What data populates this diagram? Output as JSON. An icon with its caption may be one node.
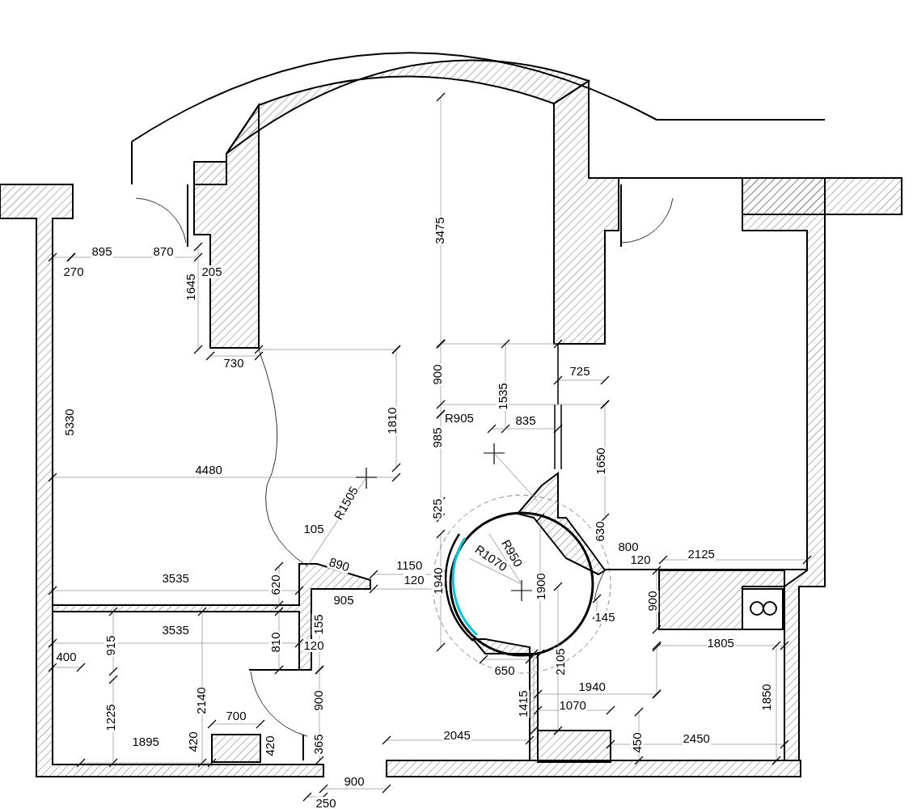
{
  "diagram": {
    "labels": [
      "3475",
      "895",
      "870",
      "270",
      "205",
      "1645",
      "730",
      "900",
      "725",
      "1535",
      "R905",
      "835",
      "5330",
      "1810",
      "985",
      "1650",
      "4480",
      "R1505",
      "525",
      "105",
      "630",
      "800",
      "2125",
      "890",
      "1150",
      "R950",
      "R1070",
      "120",
      "3535",
      "120",
      "620",
      "1940",
      "905",
      "1900",
      "900",
      "145",
      "3535",
      "155",
      "915",
      "810",
      "120",
      "1805",
      "400",
      "650",
      "2105",
      "1940",
      "2140",
      "900",
      "1415",
      "1070",
      "1850",
      "700",
      "1225",
      "2045",
      "2450",
      "450",
      "1895",
      "420",
      "420",
      "365",
      "900",
      "250"
    ]
  }
}
